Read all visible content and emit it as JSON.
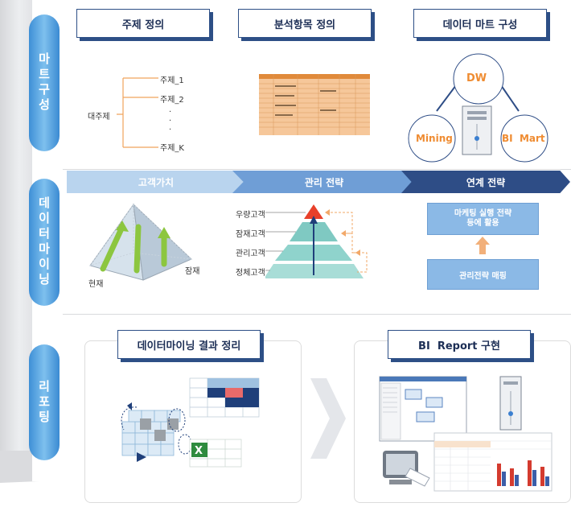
{
  "stages": [
    "마트구성",
    "데이터마이닝",
    "리포팅"
  ],
  "mart": {
    "headers": [
      "주제 정의",
      "분석항목 정의",
      "데이터 마트 구성"
    ],
    "tree_root": "대주제",
    "tree_items": [
      "주제_1",
      "주제_2",
      "주제_K"
    ],
    "dots": "·",
    "circles": {
      "top": "DW",
      "left": "Mining",
      "right": "BI  Mart"
    }
  },
  "mining": {
    "chevrons": [
      "고객가치",
      "관리 전략",
      "연계 전략"
    ],
    "pyramid_labels": {
      "left": "현재",
      "right": "잠재"
    },
    "tiers": [
      "우량고객",
      "잠재고객",
      "관리고객",
      "정체고객"
    ],
    "box_top": "마케팅 실행 전략\n등에 활용",
    "box_bottom": "관리전략 매핑"
  },
  "report": {
    "headers": [
      "데이터마이닝 결과 정리",
      "BI  Report 구현"
    ]
  },
  "colors": {
    "accent": "#2e4d86",
    "stage_blue": "#4f9de0",
    "green": "#8bc34a",
    "orange": "#f2a96a"
  }
}
